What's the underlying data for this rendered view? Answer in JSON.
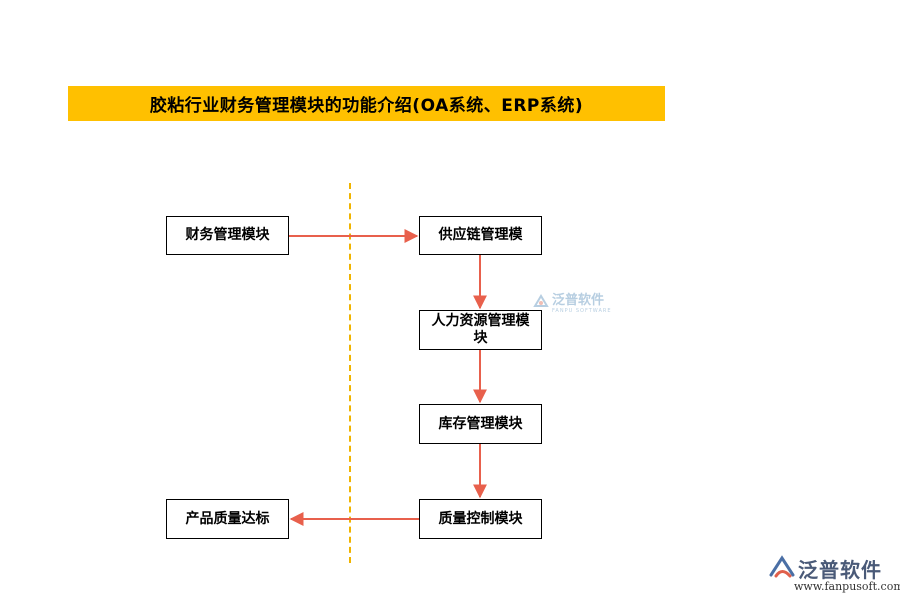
{
  "title": "胶粘行业财务管理模块的功能介绍(OA系统、ERP系统)",
  "nodes": {
    "finance": "财务管理模块",
    "supply_chain": "供应链管理模",
    "hr": "人力资源管理模块",
    "inventory": "库存管理模块",
    "quality": "质量控制模块",
    "product_quality": "产品质量达标"
  },
  "edges": [
    [
      "finance",
      "supply_chain"
    ],
    [
      "supply_chain",
      "hr"
    ],
    [
      "hr",
      "inventory"
    ],
    [
      "inventory",
      "quality"
    ],
    [
      "quality",
      "product_quality"
    ]
  ],
  "watermark": {
    "text": "泛普软件",
    "sub": "FANPU SOFTWARE"
  },
  "logo": {
    "name": "泛普软件",
    "url": "www.fanpusoft.com"
  },
  "colors": {
    "title_bg": "#FFC000",
    "arrow": "#E8604C",
    "divider": "#F0B400"
  }
}
